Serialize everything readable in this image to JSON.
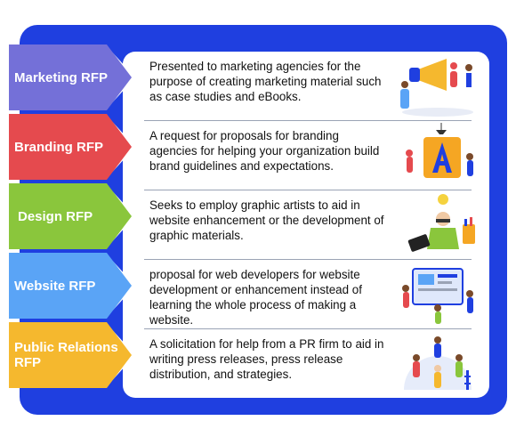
{
  "items": [
    {
      "label": "Marketing RFP",
      "color": "#7470d8",
      "icon": "megaphone-illustration",
      "description": "Presented to marketing agencies for the purpose of creating marketing material such as case studies and eBooks."
    },
    {
      "label": "Branding RFP",
      "color": "#e54a4e",
      "icon": "letter-a-illustration",
      "description": "A request for proposals for branding agencies for helping your organization build brand guidelines and expectations."
    },
    {
      "label": "Design RFP",
      "color": "#8ac63c",
      "icon": "designer-illustration",
      "description": "Seeks to employ graphic artists to aid in website enhancement or the development of graphic materials."
    },
    {
      "label": "Website RFP",
      "color": "#5aa4f6",
      "icon": "web-developers-illustration",
      "description": "proposal for web developers for website development or enhancement instead of learning the whole process of making a website."
    },
    {
      "label": "Public Relations RFP",
      "color": "#f5b82e",
      "icon": "pr-team-illustration",
      "description": "A solicitation for help from a PR firm to aid in writing press releases, press release distribution, and strategies."
    }
  ]
}
